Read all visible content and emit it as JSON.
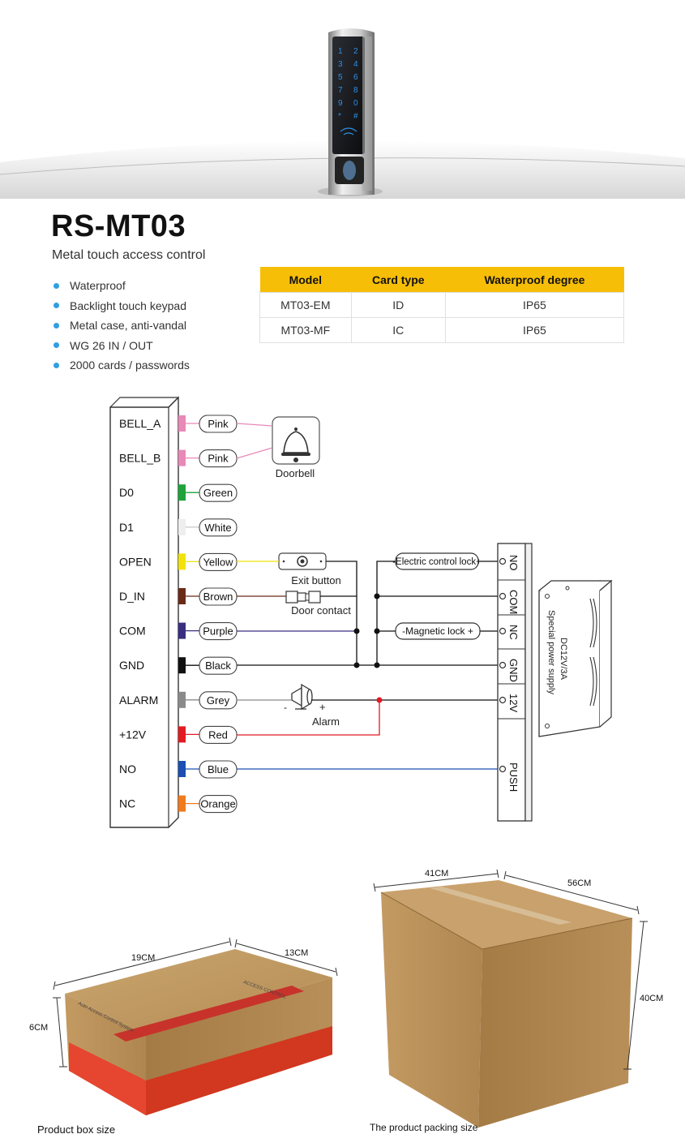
{
  "product": {
    "title": "RS-MT03",
    "subtitle": "Metal touch access control",
    "features": [
      "Waterproof",
      "Backlight touch keypad",
      "Metal case, anti-vandal",
      "WG 26 IN / OUT",
      "2000 cards / passwords"
    ],
    "keypad_keys": [
      "1",
      "2",
      "3",
      "4",
      "5",
      "6",
      "7",
      "8",
      "9",
      "0",
      "*",
      "#"
    ]
  },
  "spec_table": {
    "headers": [
      "Model",
      "Card type",
      "Waterproof degree"
    ],
    "rows": [
      [
        "MT03-EM",
        "ID",
        "IP65"
      ],
      [
        "MT03-MF",
        "IC",
        "IP65"
      ]
    ],
    "header_color": "#f7be07"
  },
  "wiring": {
    "terminals": [
      {
        "name": "BELL_A",
        "wire": "Pink",
        "color": "#e889b8"
      },
      {
        "name": "BELL_B",
        "wire": "Pink",
        "color": "#e889b8"
      },
      {
        "name": "D0",
        "wire": "Green",
        "color": "#1fa33a"
      },
      {
        "name": "D1",
        "wire": "White",
        "color": "#eeeeee"
      },
      {
        "name": "OPEN",
        "wire": "Yellow",
        "color": "#f2e20a"
      },
      {
        "name": "D_IN",
        "wire": "Brown",
        "color": "#6b2a17"
      },
      {
        "name": "COM",
        "wire": "Purple",
        "color": "#3a2e82"
      },
      {
        "name": "GND",
        "wire": "Black",
        "color": "#111111"
      },
      {
        "name": "ALARM",
        "wire": "Grey",
        "color": "#8a8a8a"
      },
      {
        "name": "+12V",
        "wire": "Red",
        "color": "#e21b23"
      },
      {
        "name": "NO",
        "wire": "Blue",
        "color": "#1b4fb3"
      },
      {
        "name": "NC",
        "wire": "Orange",
        "color": "#f07a1c"
      }
    ],
    "doorbell_label": "Doorbell",
    "exit_button_label": "Exit button",
    "door_contact_label": "Door contact",
    "alarm_label": "Alarm",
    "alarm_minus": "-",
    "alarm_plus": "+",
    "electric_lock_label": "-Electric control lock+",
    "magnetic_lock_label": "-Magnetic lock +",
    "psu_terminals": [
      "NO",
      "COM",
      "NC",
      "GND",
      "12V",
      "PUSH"
    ],
    "psu_line1": "DC12V/3A",
    "psu_line2": "Special power supply"
  },
  "boxes": {
    "product_box": {
      "length": "19CM",
      "width": "13CM",
      "height": "6CM",
      "caption": "Product box size",
      "print_side": "Auto Access Control System",
      "print_top": "ACCESS CONTROL"
    },
    "packing_box": {
      "length": "41CM",
      "width": "56CM",
      "height": "40CM",
      "caption": "The product packing size"
    }
  }
}
